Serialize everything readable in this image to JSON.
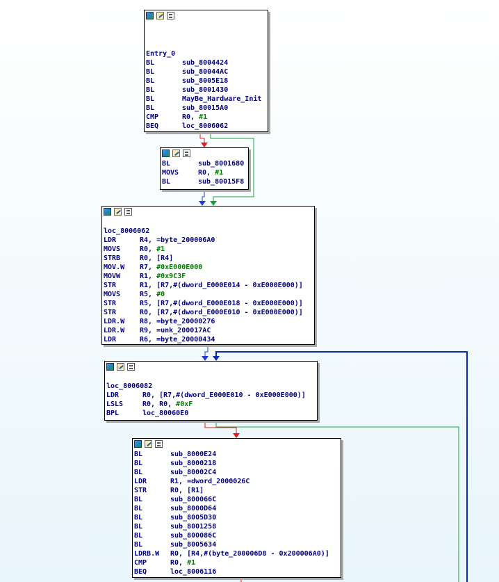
{
  "colors": {
    "text": "#000080",
    "number": "#007a00",
    "edge_true": "#1f3fd4",
    "edge_false": "#e01e1e",
    "edge_jump": "#17a33a",
    "edge_loop": "#0b2bb0"
  },
  "blocks": [
    {
      "id": "b1",
      "lines": [
        {
          "label": "Entry_0"
        },
        {
          "mn": "BL",
          "op": "sub_8004424"
        },
        {
          "mn": "BL",
          "op": "sub_80044AC"
        },
        {
          "mn": "BL",
          "op": "sub_8005E18"
        },
        {
          "mn": "BL",
          "op": "sub_8001430"
        },
        {
          "mn": "BL",
          "op": "MayBe_Hardware_Init"
        },
        {
          "mn": "BL",
          "op": "sub_80015A0"
        },
        {
          "mn": "CMP",
          "op": "R0, ",
          "num": "#1"
        },
        {
          "mn": "BEQ",
          "op": "loc_8006062"
        }
      ]
    },
    {
      "id": "b2",
      "lines": [
        {
          "mn": "BL",
          "op": "sub_8001680"
        },
        {
          "mn": "MOVS",
          "op": "R0, ",
          "num": "#1"
        },
        {
          "mn": "BL",
          "op": "sub_80015F8"
        }
      ]
    },
    {
      "id": "b3",
      "lines": [
        {
          "label": "loc_8006062"
        },
        {
          "mn": "LDR",
          "op": "R4, =byte_200006A0"
        },
        {
          "mn": "MOVS",
          "op": "R0, ",
          "num": "#1"
        },
        {
          "mn": "STRB",
          "op": "R0, [R4]"
        },
        {
          "mn": "MOV.W",
          "op": "R7, ",
          "num": "#0xE000E000"
        },
        {
          "mn": "MOVW",
          "op": "R1, ",
          "num": "#0x9C3F"
        },
        {
          "mn": "STR",
          "op": "R1, [R7,#(dword_E000E014 - 0xE000E000)]"
        },
        {
          "mn": "MOVS",
          "op": "R5, ",
          "num": "#0"
        },
        {
          "mn": "STR",
          "op": "R5, [R7,#(dword_E000E018 - 0xE000E000)]"
        },
        {
          "mn": "STR",
          "op": "R0, [R7,#(dword_E000E010 - 0xE000E000)]"
        },
        {
          "mn": "LDR.W",
          "op": "R8, =byte_20000276"
        },
        {
          "mn": "LDR.W",
          "op": "R9, =unk_200017AC"
        },
        {
          "mn": "LDR",
          "op": "R6, =byte_20000434"
        }
      ]
    },
    {
      "id": "b4",
      "lines": [
        {
          "label": "loc_8006082"
        },
        {
          "mn": "LDR",
          "op": "R0, [R7,#(dword_E000E010 - 0xE000E000)]"
        },
        {
          "mn": "LSLS",
          "op": "R0, R0, ",
          "num": "#0xF"
        },
        {
          "mn": "BPL",
          "op": "loc_80060E0"
        }
      ]
    },
    {
      "id": "b5",
      "lines": [
        {
          "mn": "BL",
          "op": "sub_8000E24"
        },
        {
          "mn": "BL",
          "op": "sub_8000218"
        },
        {
          "mn": "BL",
          "op": "sub_80002C4"
        },
        {
          "mn": "LDR",
          "op": "R1, =dword_2000026C"
        },
        {
          "mn": "STR",
          "op": "R0, [R1]"
        },
        {
          "mn": "BL",
          "op": "sub_800066C"
        },
        {
          "mn": "BL",
          "op": "sub_8000D64"
        },
        {
          "mn": "BL",
          "op": "sub_8005D30"
        },
        {
          "mn": "BL",
          "op": "sub_8001258"
        },
        {
          "mn": "BL",
          "op": "sub_800086C"
        },
        {
          "mn": "BL",
          "op": "sub_8005634"
        },
        {
          "mn": "LDRB.W",
          "op": "R0, [R4,#(byte_200006D8 - 0x200006A0)]"
        },
        {
          "mn": "CMP",
          "op": "R0, ",
          "num": "#1"
        },
        {
          "mn": "BEQ",
          "op": "loc_8006116"
        }
      ]
    }
  ]
}
